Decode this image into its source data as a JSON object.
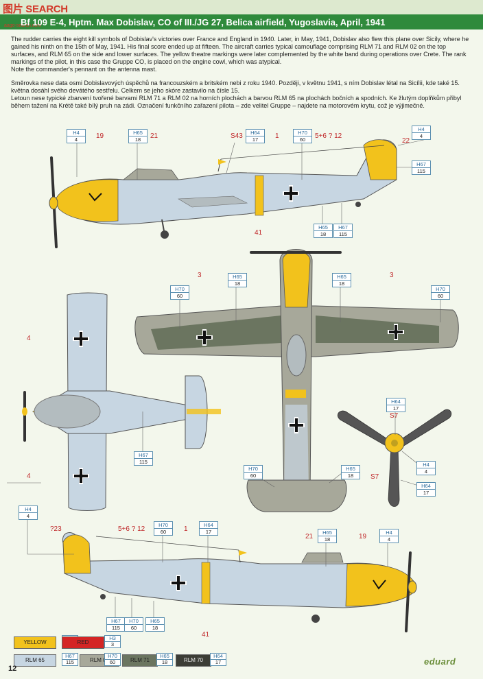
{
  "header": {
    "watermark": "图片 SEARCH",
    "watermark_sub": "aago-search.com",
    "title": "Bf 109 E-4, Hptm. Max Dobislav, CO of III./JG 27, Belica airfield, Yugoslavia, April, 1941"
  },
  "description": {
    "english": [
      "The rudder carries the eight kill symbols of Dobislav's victories over France and England in 1940. Later, in May, 1941, Dobislav also flew this plane over Sicily, where he gained his ninth on the 15th of May, 1941. His final score ended up at fifteen. The aircraft carries typical camouflage comprising RLM 71 and RLM 02 on the top surfaces, and RLM 65 on the side and lower surfaces. The yellow theatre markings were later complemented by the white band during operations over Crete. The rank markings of the pilot, in this case the Gruppe CO, is placed on the engine cowl, which was atypical.",
      "Note the commander's pennant on the antenna mast."
    ],
    "czech": [
      "Směrovka nese data osmi Dobislavových úspěchů na francouzském a britském nebi z roku 1940. Později, v květnu 1941, s ním Dobislav létal na Sicílii, kde také 15. května dosáhl svého devátého sestřelu. Celkem se jeho skóre zastavilo na čísle 15.",
      "Letoun nese typické zbarvení tvořené barvami RLM 71 a RLM 02 na horních plochách a barvou RLM 65 na plochách bočních a spodních. Ke žlutým doplňkům přibyl během tažení na Krétě také bílý pruh na zádi. Označení funkčního zařazení pilota – zde velitel Gruppe – najdete na motorovém krytu, což je výjimečné."
    ]
  },
  "colors": {
    "yellow": "#f2c21c",
    "red": "#d42525",
    "rlm65": "#c7d6e2",
    "rlm02": "#a7a89a",
    "rlm71": "#6b7560",
    "rlm70": "#3c3d36",
    "accent_green": "#2f8a3c",
    "ref_blue": "#2a6a9a",
    "marking_red": "#c0282a"
  },
  "refs": [
    {
      "code": "H4",
      "num": "4"
    },
    {
      "code": "H65",
      "num": "18"
    },
    {
      "code": "H64",
      "num": "17"
    },
    {
      "code": "H70",
      "num": "60"
    },
    {
      "code": "H4",
      "num": "4"
    },
    {
      "code": "H67",
      "num": "115"
    },
    {
      "code": "H65",
      "num": "18"
    },
    {
      "code": "H67",
      "num": "115"
    },
    {
      "code": "H70",
      "num": "60"
    },
    {
      "code": "H65",
      "num": "18"
    },
    {
      "code": "H65",
      "num": "18"
    },
    {
      "code": "H70",
      "num": "60"
    },
    {
      "code": "H67",
      "num": "115"
    },
    {
      "code": "H64",
      "num": "17"
    },
    {
      "code": "H4",
      "num": "4"
    },
    {
      "code": "H64",
      "num": "17"
    },
    {
      "code": "H70",
      "num": "60"
    },
    {
      "code": "H65",
      "num": "18"
    },
    {
      "code": "H4",
      "num": "4"
    },
    {
      "code": "H70",
      "num": "60"
    },
    {
      "code": "H64",
      "num": "17"
    },
    {
      "code": "H65",
      "num": "18"
    },
    {
      "code": "H4",
      "num": "4"
    },
    {
      "code": "H67",
      "num": "115"
    },
    {
      "code": "H70",
      "num": "60"
    },
    {
      "code": "H65",
      "num": "18"
    }
  ],
  "marking_labels": [
    "19",
    "21",
    "S43",
    "1",
    "5+6 ? 12",
    "22",
    "41",
    "3",
    "3",
    "4",
    "4",
    "S7",
    "S7",
    "?23",
    "5+6 ? 12",
    "1",
    "21",
    "19",
    "41"
  ],
  "legend": [
    {
      "name": "YELLOW",
      "code": "H4",
      "num": "4"
    },
    {
      "name": "RED",
      "code": "H3",
      "num": "3"
    },
    {
      "name": "RLM 65",
      "code": "H67",
      "num": "115"
    },
    {
      "name": "RLM 02",
      "code": "H70",
      "num": "60"
    },
    {
      "name": "RLM 71",
      "code": "H65",
      "num": "18"
    },
    {
      "name": "RLM 70",
      "code": "H64",
      "num": "17"
    }
  ],
  "footer": {
    "page_number": "12",
    "brand": "eduard"
  }
}
